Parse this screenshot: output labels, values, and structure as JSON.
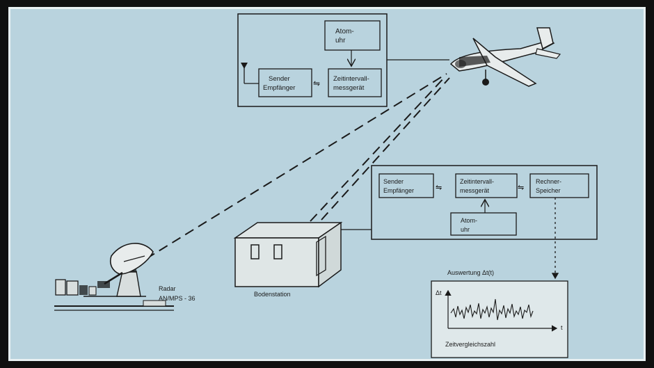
{
  "colors": {
    "background": "#b9d3de",
    "frame": "#e9f1f3",
    "ink": "#1a1a1a"
  },
  "aircraft_unit": {
    "atomic_clock": [
      "Atom-",
      "uhr"
    ],
    "transceiver": [
      "Sender",
      "Empfänger"
    ],
    "interval_meter": [
      "Zeitintervall-",
      "messgerät"
    ]
  },
  "ground_unit": {
    "transceiver": [
      "Sender",
      "Empfänger"
    ],
    "interval_meter": [
      "Zeitintervall-",
      "messgerät"
    ],
    "computer_memory": [
      "Rechner-",
      "Speicher"
    ],
    "atomic_clock": [
      "Atom-",
      "uhr"
    ]
  },
  "ground_station_label": "Bodenstation",
  "radar": {
    "label": "Radar",
    "model": "AN/MPS - 36"
  },
  "evaluation": {
    "title": "Auswertung Δt(t)",
    "y_axis": "Δt",
    "x_axis": "t",
    "caption": "Zeitvergleichszahl"
  },
  "icons": [
    "antenna-icon",
    "airplane-icon",
    "radar-dish-icon",
    "ground-station-icon"
  ]
}
